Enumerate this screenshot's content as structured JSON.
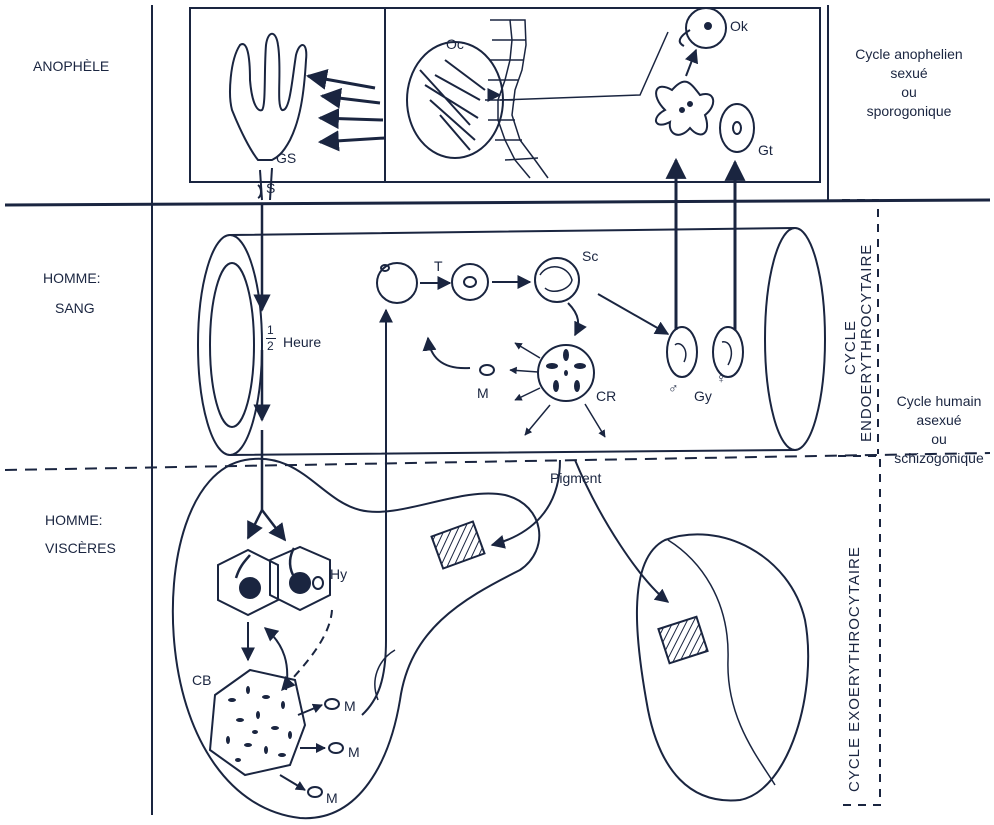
{
  "regions": {
    "anophele": "ANOPHÈLE",
    "homme_sang_1": "HOMME:",
    "homme_sang_2": "SANG",
    "homme_visceres_1": "HOMME:",
    "homme_visceres_2": "VISCÈRES"
  },
  "cycles": {
    "anophelien": [
      "Cycle anophelien",
      "sexué",
      "ou",
      "sporogonique"
    ],
    "humain": [
      "Cycle humain",
      "asexué",
      "ou",
      "schizogonique"
    ],
    "endoerythrocytaire_1": "CYCLE",
    "endoerythrocytaire_2": "ENDOERYTHROCYTAIRE",
    "exoerythrocytaire": "CYCLE EXOERYTHROCYTAIRE"
  },
  "labels": {
    "gs": "GS",
    "s": "S",
    "oc": "Oc",
    "ok": "Ok",
    "gt": "Gt",
    "t": "T",
    "sc": "Sc",
    "cr": "CR",
    "m_blood": "M",
    "gy": "Gy",
    "male": "♂",
    "female": "♀",
    "half_num": "1",
    "half_den": "2",
    "heure": "Heure",
    "pigment": "Pigment",
    "hy": "Hy",
    "cb": "CB",
    "m1": "M",
    "m2": "M",
    "m3": "M"
  },
  "colors": {
    "ink": "#1a2540",
    "background": "#ffffff"
  }
}
